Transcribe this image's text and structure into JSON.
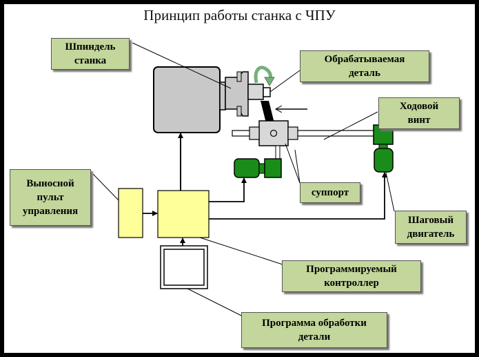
{
  "title": "Принцип работы станка с ЧПУ",
  "labels": {
    "spindle": "Шпиндель\nстанка",
    "workpiece": "Обрабатываемая\nдеталь",
    "lead_screw": "Ходовой\nвинт",
    "remote_panel": "Выносной\nпульт\nуправления",
    "carriage": "суппорт",
    "stepper": "Шаговый\nдвигатель",
    "controller": "Программируемый\nконтроллер",
    "program": "Программа обработки\nдетали"
  },
  "colors": {
    "label_bg": "#c3d69b",
    "yellow": "#ffff99",
    "motor_green": "#1a8c1a",
    "spindle_gray": "#c8c8c8",
    "rotation_arrow": "#77b07a"
  }
}
